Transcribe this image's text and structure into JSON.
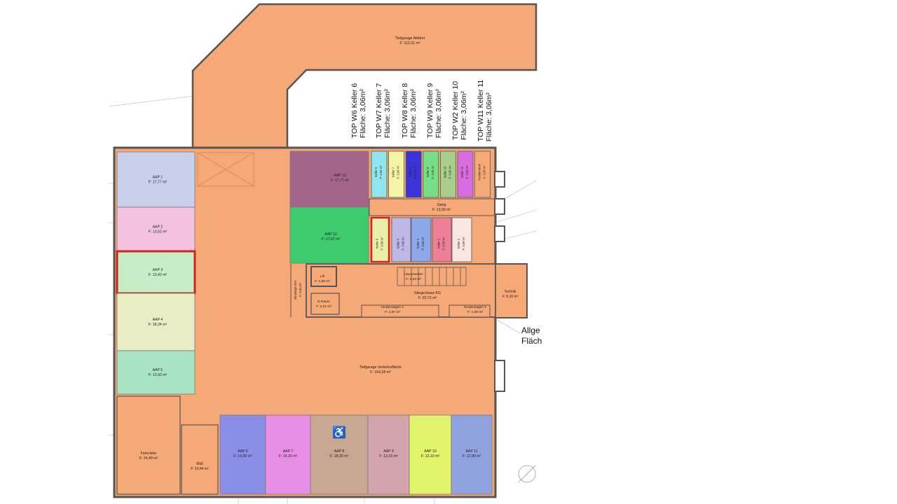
{
  "plan": {
    "ramp": {
      "name": "Tiefgarage Abfahrt",
      "area": "F: 113,31 m²"
    },
    "parking_left": [
      {
        "name": "AAP 1",
        "area": "F: 17,77 m²"
      },
      {
        "name": "AAP 2",
        "area": "F: 13,62 m²"
      },
      {
        "name": "AAP 3",
        "area": "F: 13,42 m²"
      },
      {
        "name": "AAP 4",
        "area": "F: 18,34 m²"
      },
      {
        "name": "AAP 5",
        "area": "F: 13,92 m²"
      }
    ],
    "parking_mid": [
      {
        "name": "AAP 13",
        "area": "F: 17,77 m²"
      },
      {
        "name": "AAP 12",
        "area": "F: 17,67 m²"
      }
    ],
    "parking_bottom": [
      {
        "name": "AAP 6",
        "area": "F: 14,30 m²"
      },
      {
        "name": "AAP 7",
        "area": "F: 14,30 m²"
      },
      {
        "name": "AAP 8",
        "area": "F: 18,30 m²"
      },
      {
        "name": "AAP 9",
        "area": "F: 13,15 m²"
      },
      {
        "name": "AAP 10",
        "area": "F: 13,10 m²"
      },
      {
        "name": "AAP 11",
        "area": "F: 12,90 m²"
      }
    ],
    "storage_top": [
      {
        "name": "Keller 6",
        "area": "F: 3,06 m²"
      },
      {
        "name": "Keller 7",
        "area": "F: 3,06 m²"
      },
      {
        "name": "Keller 8",
        "area": "F: 3,06 m²"
      },
      {
        "name": "Keller 9",
        "area": "F: 3,06 m²"
      },
      {
        "name": "Keller 10",
        "area": "F: 3,06 m²"
      },
      {
        "name": "Keller 11",
        "area": "F: 3,06 m²"
      },
      {
        "name": "Trockenraum",
        "area": "F: 3,20 m²"
      }
    ],
    "storage_bottom": [
      {
        "name": "Keller 5",
        "area": "F: 3,58 m²"
      },
      {
        "name": "Keller 4",
        "area": "F: 3,58 m²"
      },
      {
        "name": "Keller 3",
        "area": "F: 3,58 m²"
      },
      {
        "name": "Keller 2",
        "area": "F: 3,58 m²"
      },
      {
        "name": "Keller 1",
        "area": "F: 3,58 m²"
      }
    ],
    "rooms": {
      "gang": {
        "name": "Gang",
        "area": "F: 13,09 m²"
      },
      "lift": {
        "name": "Lift",
        "area": "F: 1,66 m²"
      },
      "eraum": {
        "name": "E-Raum",
        "area": "F: 2,37 m²"
      },
      "einstieg": {
        "name": "Einstiege KF2",
        "area": "F: 3,65 m²"
      },
      "hausmeister": {
        "name": "Hausmeister",
        "area": "F: 4,32 m²"
      },
      "stiegenhaus": {
        "name": "Stiegenhaus KG",
        "area": "F: 20,72 m²"
      },
      "kinderwagen1": {
        "name": "Kinderwagen 1",
        "area": "F: 1,97 m²"
      },
      "kinderwagen2": {
        "name": "Kinderwagen 2",
        "area": "F: 1,39 m²"
      },
      "technik": {
        "name": "Technik",
        "area": "F: 6,16 m²"
      },
      "verkehr": {
        "name": "Tiefgarage Verkehrsfläche",
        "area": "F: 164,28 m²"
      },
      "fahrrad": {
        "name": "Fahrräder",
        "area": "F: 24,49 m²"
      },
      "muell": {
        "name": "Müll",
        "area": "F: 10,44 m²"
      }
    },
    "accessible_symbol": "♿"
  },
  "top_labels": [
    {
      "line1": "TOP W6   Keller 6",
      "line2": "Fläche:    3,06m²"
    },
    {
      "line1": "TOP W7   Keller 7",
      "line2": "Fläche:    3,06m²"
    },
    {
      "line1": "TOP W8   Keller 8",
      "line2": "Fläche:    3,06m²"
    },
    {
      "line1": "TOP W9   Keller 9",
      "line2": "Fläche:    3,06m²"
    },
    {
      "line1": "TOP W2   Keller 10",
      "line2": "Fläche:    3,06m²"
    },
    {
      "line1": "TOP W11  Keller 11",
      "line2": "Fläche:    3,06m²"
    }
  ],
  "side_label": {
    "line1": "Allge",
    "line2": "Fläch"
  },
  "colors": {
    "orange": "#F6A877",
    "wall": "#555555",
    "highlight": "#D42020",
    "aap1": "#C8D0EC",
    "aap2": "#F2C2DE",
    "aap3": "#C6EEC6",
    "aap4": "#E8EDC4",
    "aap5": "#A8E4C2",
    "aap13": "#A3668A",
    "aap12": "#3DCB6E",
    "aap6": "#8A8EE6",
    "aap7": "#E98EE6",
    "aap8": "#C7A692",
    "aap9": "#D4A3AE",
    "aap10": "#E0F36A",
    "aap11": "#90A3DE",
    "k6": "#8FE6EE",
    "k7": "#F3F3A6",
    "k8": "#3A34D8",
    "k9": "#76DE86",
    "k10": "#A8CE8C",
    "k11": "#D86CE0",
    "k5": "#E8F0A8",
    "k4": "#BFB7E8",
    "k3": "#8CA8E8",
    "k2": "#EF7F96",
    "k1": "#F8E4E0"
  }
}
